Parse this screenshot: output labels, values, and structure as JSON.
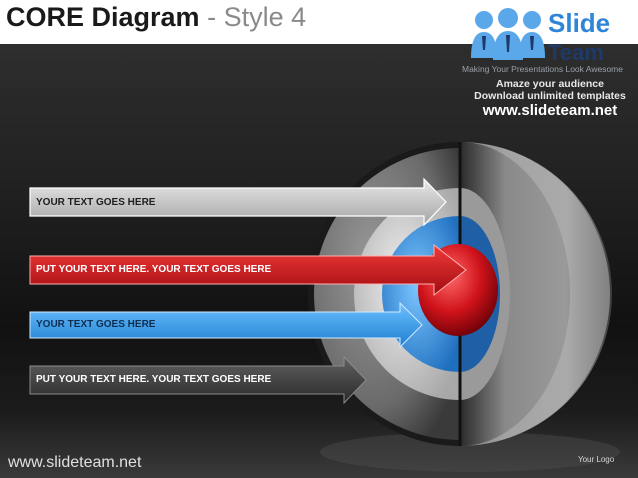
{
  "title": {
    "main": "CORE Diagram",
    "separator": "-",
    "subtitle": "Style 4"
  },
  "logo": {
    "word1": "Slide",
    "word2": "Team",
    "tagline": "Making Your Presentations Look Awesome",
    "promo1": "Amaze your audience",
    "promo2": "Download unlimited templates",
    "url": "www.slideteam.net",
    "icon": "people-group-icon"
  },
  "arrows": [
    {
      "label": "YOUR TEXT GOES HERE",
      "color": "#c8c8c8",
      "text_color": "#1e1e1e"
    },
    {
      "label": "PUT YOUR TEXT HERE. YOUR TEXT GOES HERE",
      "color": "#d4141a",
      "text_color": "#ffffff"
    },
    {
      "label": "YOUR TEXT GOES HERE",
      "color": "#39a6ef",
      "text_color": "#0d2f52"
    },
    {
      "label": "PUT YOUR TEXT HERE. YOUR TEXT GOES HERE",
      "color": "#4a4a4a",
      "text_color": "#ffffff"
    }
  ],
  "sphere_layers": [
    {
      "name": "outer",
      "color": "#7d7d7d"
    },
    {
      "name": "mantle",
      "color": "#c9c9c9"
    },
    {
      "name": "inner",
      "color": "#2c8fe0"
    },
    {
      "name": "core",
      "color": "#d0131b"
    }
  ],
  "footer": {
    "url": "www.slideteam.net",
    "logo_text": "Your Logo"
  }
}
